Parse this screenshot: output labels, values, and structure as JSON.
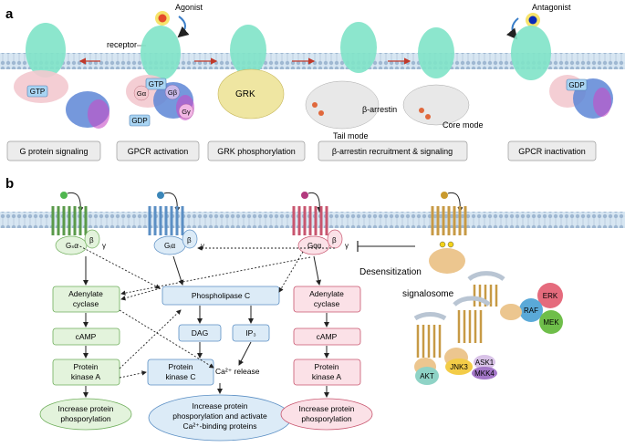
{
  "panel_a": {
    "letter": "a",
    "agonist_label": "Agonist",
    "antagonist_label": "Antagonist",
    "receptor_label": "receptor",
    "gtp_label": "GTP",
    "gdp_label": "GDP",
    "g_alpha": "Gα",
    "g_beta": "Gβ",
    "g_gamma": "Gγ",
    "grk_label": "GRK",
    "barrestin_label": "β-arrestin",
    "tail_mode": "Tail mode",
    "core_mode": "Core mode",
    "stages": [
      "G protein signaling",
      "GPCR activation",
      "GRK phosphorylation",
      "β-arrestin recruitment & signaling",
      "GPCR inactivation"
    ]
  },
  "panel_b": {
    "letter": "b",
    "g_alpha_sub": "Gₛα",
    "g_alpha_i": "Gᵢα",
    "g_alpha_q": "Gqα",
    "beta": "β",
    "gamma": "γ",
    "desensitization": "Desensitization",
    "signalosome": "signalosome",
    "col1": [
      "Adenylate cyclase",
      "cAMP",
      "Protein kinase A",
      "Increase protein phosporylation"
    ],
    "col2": {
      "plc": "Phospholipase C",
      "dag": "DAG",
      "ip3": "IP₃",
      "pkc": "Protein kinase C",
      "ca": "Ca²⁺ release",
      "outcome": "Increase protein phosporylation and activate Ca²⁺-binding proteins"
    },
    "col3": [
      "Adenylate cyclase",
      "cAMP",
      "Protein kinase A",
      "Increase protein phosporylation"
    ],
    "kinases": [
      "ERK",
      "RAF",
      "MEK",
      "AKT",
      "JNK3",
      "ASK1",
      "MKK4"
    ]
  },
  "colors": {
    "membrane": "#bcd6ea",
    "receptor_teal": "#7fe3c8",
    "green_box": "#e3f3dc",
    "green_border": "#6fae5b",
    "blue_box": "#dcebf7",
    "blue_border": "#5b8fc4",
    "pink_box": "#fbe1e7",
    "pink_border": "#c8566f",
    "arrestin_tan": "#ecc68f"
  }
}
